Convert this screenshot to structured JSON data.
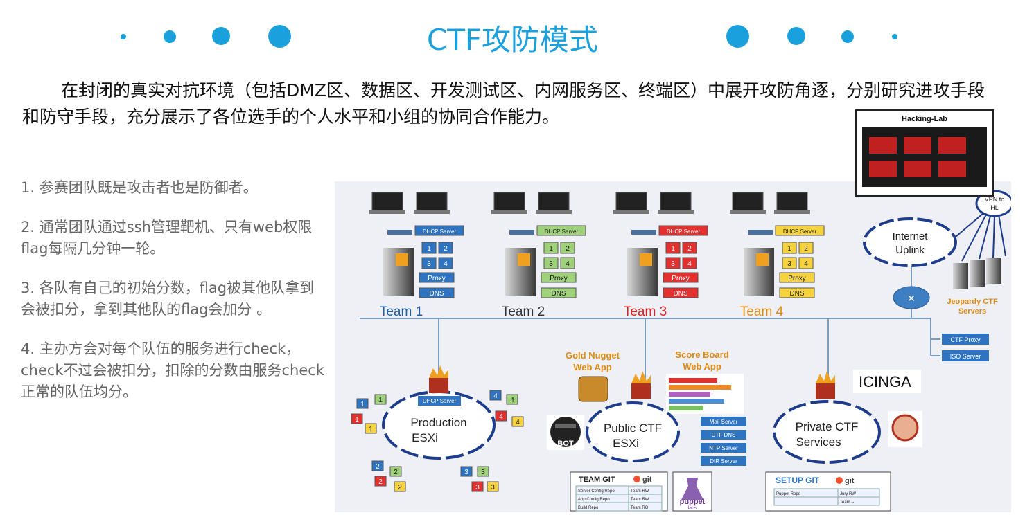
{
  "title": "CTF攻防模式",
  "intro": "在封闭的真实对抗环境（包括DMZ区、数据区、开发测试区、内网服务区、终端区）中展开攻防角逐，分别研究进攻手段和防守手段，充分展示了各位选手的个人水平和小组的协同合作能力。",
  "points": [
    "1. 参赛团队既是攻击者也是防御者。",
    "2. 通常团队通过ssh管理靶机、只有web权限 flag每隔几分钟一轮。",
    "3. 各队有自己的初始分数，flag被其他队拿到会被扣分，拿到其他队的flag会加分 。",
    "4. 主办方会对每个队伍的服务进行check，check不过会被扣分，扣除的分数由服务check正常的队伍均分。"
  ],
  "diagram": {
    "hacking_lab": "Hacking-Lab",
    "teams": [
      {
        "name": "Team 1",
        "color": "#1e5fa8",
        "fill": "#2f74c0"
      },
      {
        "name": "Team 2",
        "color": "#333333",
        "fill": "#9fd07a"
      },
      {
        "name": "Team 3",
        "color": "#e02020",
        "fill": "#e53030"
      },
      {
        "name": "Team 4",
        "color": "#e08a10",
        "fill": "#f6d23c"
      }
    ],
    "team_services": [
      "DHCP Server",
      "1",
      "2",
      "3",
      "4",
      "Proxy",
      "DNS"
    ],
    "internet": [
      "Internet",
      "Uplink"
    ],
    "vpn": [
      "VPN to",
      "HL"
    ],
    "jeopardy": [
      "Jeopardy CTF",
      "Servers"
    ],
    "ctf_proxy": "CTF Proxy",
    "iso_server": "ISO Server",
    "gold_nugget": [
      "Gold Nugget",
      "Web App"
    ],
    "score_board": [
      "Score Board",
      "Web App"
    ],
    "icinga": "ICINGA",
    "production": [
      "Production",
      "ESXi"
    ],
    "production_dhcp": "DHCP Server",
    "public_ctf": [
      "Public CTF",
      "ESXi"
    ],
    "private_ctf": [
      "Private CTF",
      "Services"
    ],
    "bot": "BOT",
    "public_services": [
      "Mail Server",
      "CTF DNS",
      "NTP Server",
      "DIR Server"
    ],
    "team_git": {
      "title": "TEAM GIT",
      "git": "git",
      "rows": [
        [
          "Server Config Repo",
          "Team RW"
        ],
        [
          "App Config Repo",
          "Team RW"
        ],
        [
          "Build Repo",
          "Team RO"
        ]
      ]
    },
    "puppet": [
      "puppet",
      "labs"
    ],
    "setup_git": {
      "title": "SETUP GIT",
      "git": "git",
      "rows": [
        [
          "Puppet Repo",
          "Jury RW"
        ],
        [
          "",
          "Team --"
        ]
      ]
    }
  }
}
